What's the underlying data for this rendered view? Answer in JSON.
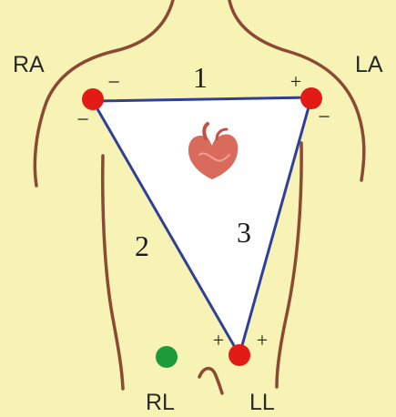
{
  "colors": {
    "background": "#f6f3b4",
    "outline": "#8a4a34",
    "triangle_edge": "#2f3f9a",
    "triangle_fill": "#ffffff",
    "active_electrode": "#e21b16",
    "ground_electrode": "#1f9a3a",
    "heart": "#d86b5b"
  },
  "labels": {
    "ra": "RA",
    "la": "LA",
    "rl": "RL",
    "ll": "LL"
  },
  "leads": {
    "lead1": "1",
    "lead2": "2",
    "lead3": "3"
  },
  "signs": {
    "ra_top": "−",
    "ra_left": "−",
    "la_top": "+",
    "la_right": "−",
    "ll_left": "+",
    "ll_right": "+"
  },
  "icons": {
    "heart": "heart-icon"
  }
}
